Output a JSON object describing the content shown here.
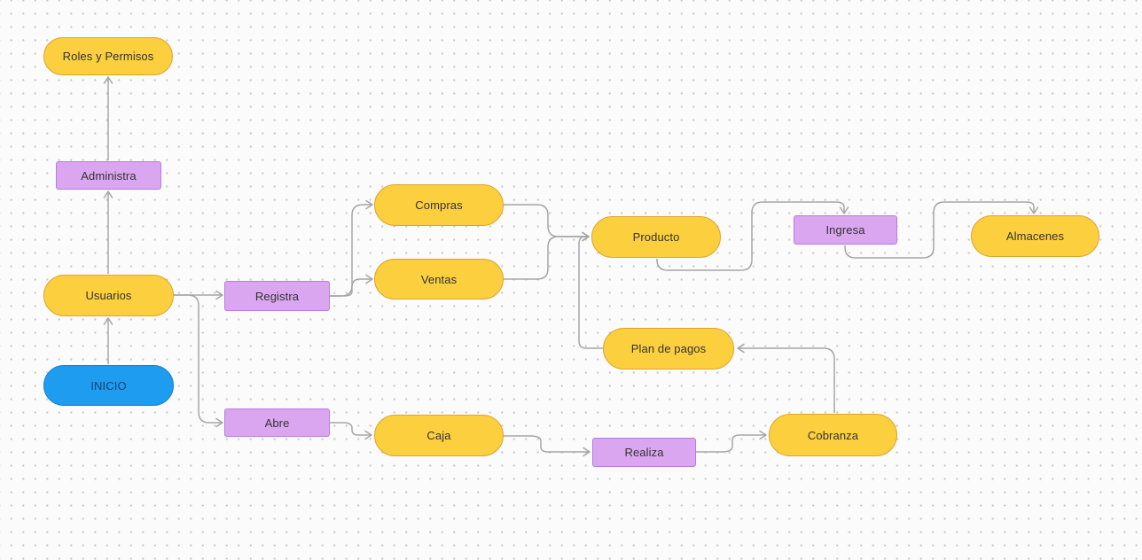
{
  "palette": {
    "background": "#FBFBFB",
    "dot": "#CCCCCC",
    "edge": "#A6A6A6",
    "text": "#333333",
    "yellow_fill": "#FBCF3E",
    "yellow_border": "#DCA42F",
    "purple_fill": "#D9A6EF",
    "purple_border": "#BA7BE3",
    "blue_fill": "#1E9CF0",
    "blue_border": "#1383D6",
    "inicio_text": "#14416B"
  },
  "diagram": {
    "type": "flowchart",
    "grid": "dotted",
    "nodes": {
      "roles": {
        "label": "Roles y Permisos",
        "shape": "pill",
        "color": "yellow"
      },
      "administra": {
        "label": "Administra",
        "shape": "rect",
        "color": "purple"
      },
      "usuarios": {
        "label": "Usuarios",
        "shape": "pill",
        "color": "yellow"
      },
      "inicio": {
        "label": "INICIO",
        "shape": "pill",
        "color": "blue"
      },
      "registra": {
        "label": "Registra",
        "shape": "rect",
        "color": "purple"
      },
      "abre": {
        "label": "Abre",
        "shape": "rect",
        "color": "purple"
      },
      "compras": {
        "label": "Compras",
        "shape": "pill",
        "color": "yellow"
      },
      "ventas": {
        "label": "Ventas",
        "shape": "pill",
        "color": "yellow"
      },
      "producto": {
        "label": "Producto",
        "shape": "pill",
        "color": "yellow"
      },
      "ingresa": {
        "label": "Ingresa",
        "shape": "rect",
        "color": "purple"
      },
      "almacenes": {
        "label": "Almacenes",
        "shape": "pill",
        "color": "yellow"
      },
      "plan": {
        "label": "Plan de pagos",
        "shape": "pill",
        "color": "yellow"
      },
      "caja": {
        "label": "Caja",
        "shape": "pill",
        "color": "yellow"
      },
      "realiza": {
        "label": "Realiza",
        "shape": "rect",
        "color": "purple"
      },
      "cobranza": {
        "label": "Cobranza",
        "shape": "pill",
        "color": "yellow"
      }
    },
    "edges": [
      {
        "from": "inicio",
        "to": "usuarios"
      },
      {
        "from": "usuarios",
        "to": "administra"
      },
      {
        "from": "administra",
        "to": "roles"
      },
      {
        "from": "usuarios",
        "to": "registra"
      },
      {
        "from": "usuarios",
        "to": "abre"
      },
      {
        "from": "registra",
        "to": "compras"
      },
      {
        "from": "registra",
        "to": "ventas"
      },
      {
        "from": "compras",
        "to": "producto"
      },
      {
        "from": "ventas",
        "to": "producto"
      },
      {
        "from": "plan",
        "to": "producto"
      },
      {
        "from": "producto",
        "to": "ingresa"
      },
      {
        "from": "ingresa",
        "to": "almacenes"
      },
      {
        "from": "abre",
        "to": "caja"
      },
      {
        "from": "caja",
        "to": "realiza"
      },
      {
        "from": "realiza",
        "to": "cobranza"
      },
      {
        "from": "cobranza",
        "to": "plan"
      }
    ]
  }
}
